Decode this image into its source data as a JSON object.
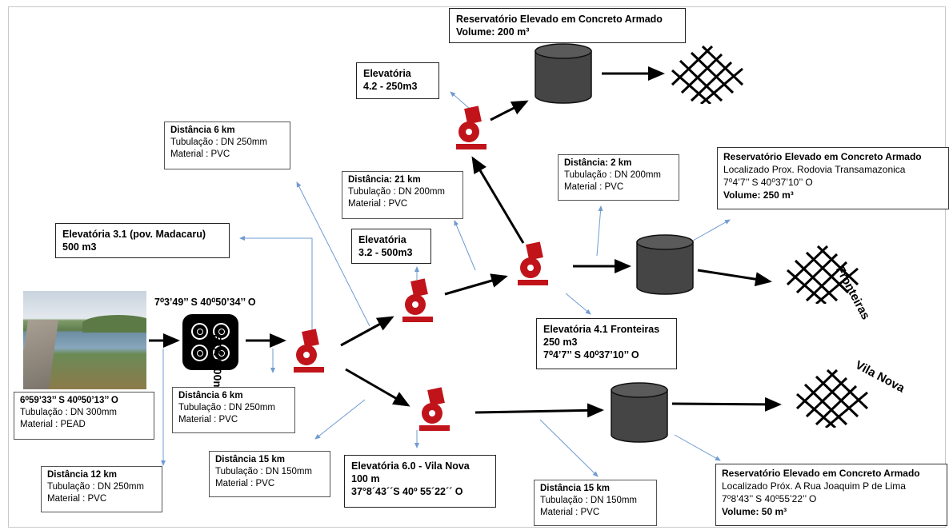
{
  "colors": {
    "pump": "#c0141a",
    "tank": "#454545",
    "connector": "#6f9bd1",
    "flow": "#000000"
  },
  "icons": {
    "station": "pump-station-icon",
    "reservoir": "tank-icon",
    "network": "distribution-grid-icon",
    "treatment": "eta-icon"
  },
  "source": {
    "coord": "6⁰59’33’’ S  40⁰50’13’’ O",
    "pipe": "Tubulação : DN 300mm",
    "material": "Material : PEAD"
  },
  "eta": {
    "coord": "7⁰3’49’’ S  40⁰50’34’’ O",
    "label": "ETA (500m³)"
  },
  "seg_eta": {
    "title": "Distância  6 km",
    "pipe": "Tubulação : DN 250mm",
    "material": "Material : PVC"
  },
  "seg_12": {
    "title": "Distância 12 km",
    "pipe": "Tubulação : DN 250mm",
    "material": "Material : PVC"
  },
  "seg_top6": {
    "title": "Distância  6 km",
    "pipe": "Tubulação : DN 250mm",
    "material": "Material : PVC"
  },
  "seg_21": {
    "title": "Distância:  21 km",
    "pipe": "Tubulação : DN 200mm",
    "material": "Material : PVC"
  },
  "seg_2": {
    "title": "Distância:  2 km",
    "pipe": "Tubulação : DN 200mm",
    "material": "Material : PVC"
  },
  "seg_15a": {
    "title": "Distância  15 km",
    "pipe": "Tubulação : DN 150mm",
    "material": "Material : PVC"
  },
  "seg_15b": {
    "title": "Distância  15 km",
    "pipe": "Tubulação : DN 150mm",
    "material": "Material : PVC"
  },
  "elev31": {
    "line1": "Elevatória 3.1 (pov. Madacaru)",
    "line2": "500 m3"
  },
  "elev32": {
    "line1": "Elevatória",
    "line2": "3.2  - 500m3"
  },
  "elev42": {
    "line1": "Elevatória",
    "line2": "4.2  - 250m3"
  },
  "elev41": {
    "line1": "Elevatória 4.1  Fronteiras",
    "line2": "250 m3",
    "line3": "7⁰4’7’’ S  40⁰37’10’’ O"
  },
  "elev60": {
    "line1": "Elevatória 6.0  - Vila Nova",
    "line2": "100 m",
    "line3": "37°8´43´´S    40º 55´22´´ O"
  },
  "res_top": {
    "line1": "Reservatório Elevado em Concreto Armado",
    "line2": "Volume: 200 m³"
  },
  "res_front": {
    "line1": "Reservatório Elevado em Concreto Armado",
    "line2": "Localizado Prox. Rodovia Transamazonica",
    "line3": "7⁰4’7’’ S  40⁰37’10’’ O",
    "line4": "Volume: 250 m³"
  },
  "res_vila": {
    "line1": "Reservatório Elevado em Concreto Armado",
    "line2": "Localizado Próx. A Rua Joaquim P de Lima",
    "line3": "7⁰8’43’’ S        40⁰55’22’’ O",
    "line4": "Volume: 50 m³"
  },
  "towns": {
    "fronteiras": "Fronteiras",
    "vila_nova": "Vila Nova"
  }
}
